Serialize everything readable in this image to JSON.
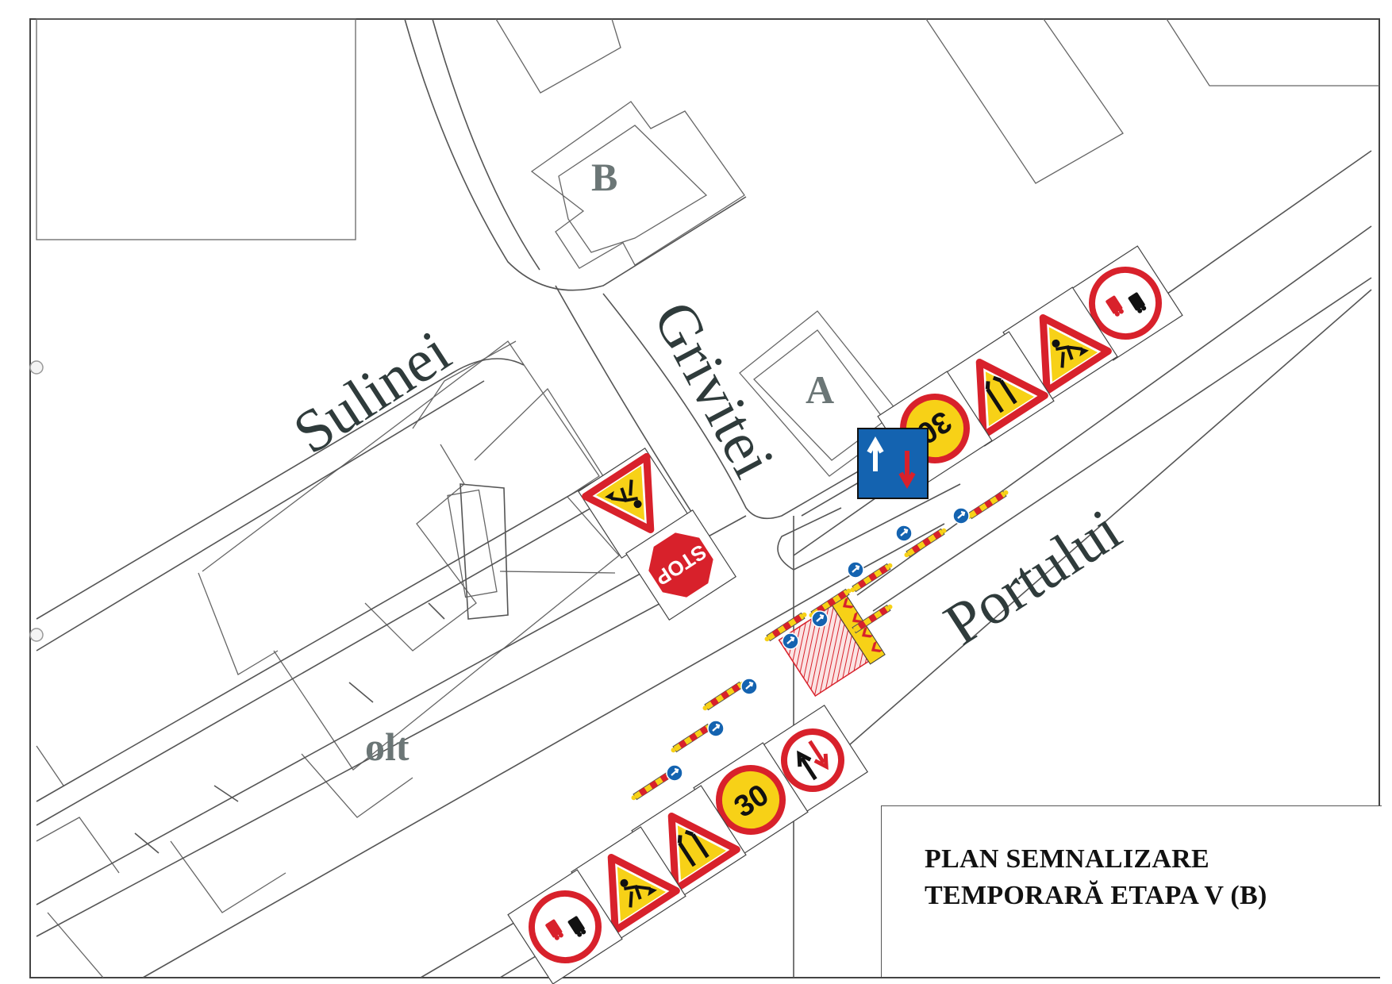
{
  "title": {
    "line1": "PLAN SEMNALIZARE",
    "line2": "TEMPORARĂ ETAPA V (B)"
  },
  "streets": {
    "sulinei": "Sulinei",
    "grivitei": "Grivitei",
    "portului": "Portului"
  },
  "buildings": {
    "a": "A",
    "b": "B",
    "olt": "olt"
  },
  "signs": {
    "stop": "STOP",
    "speed_limit": "30"
  },
  "colors": {
    "sign_red": "#d8212b",
    "sign_yellow": "#f7d117",
    "sign_blue": "#1463b0",
    "map_line": "#555555"
  }
}
